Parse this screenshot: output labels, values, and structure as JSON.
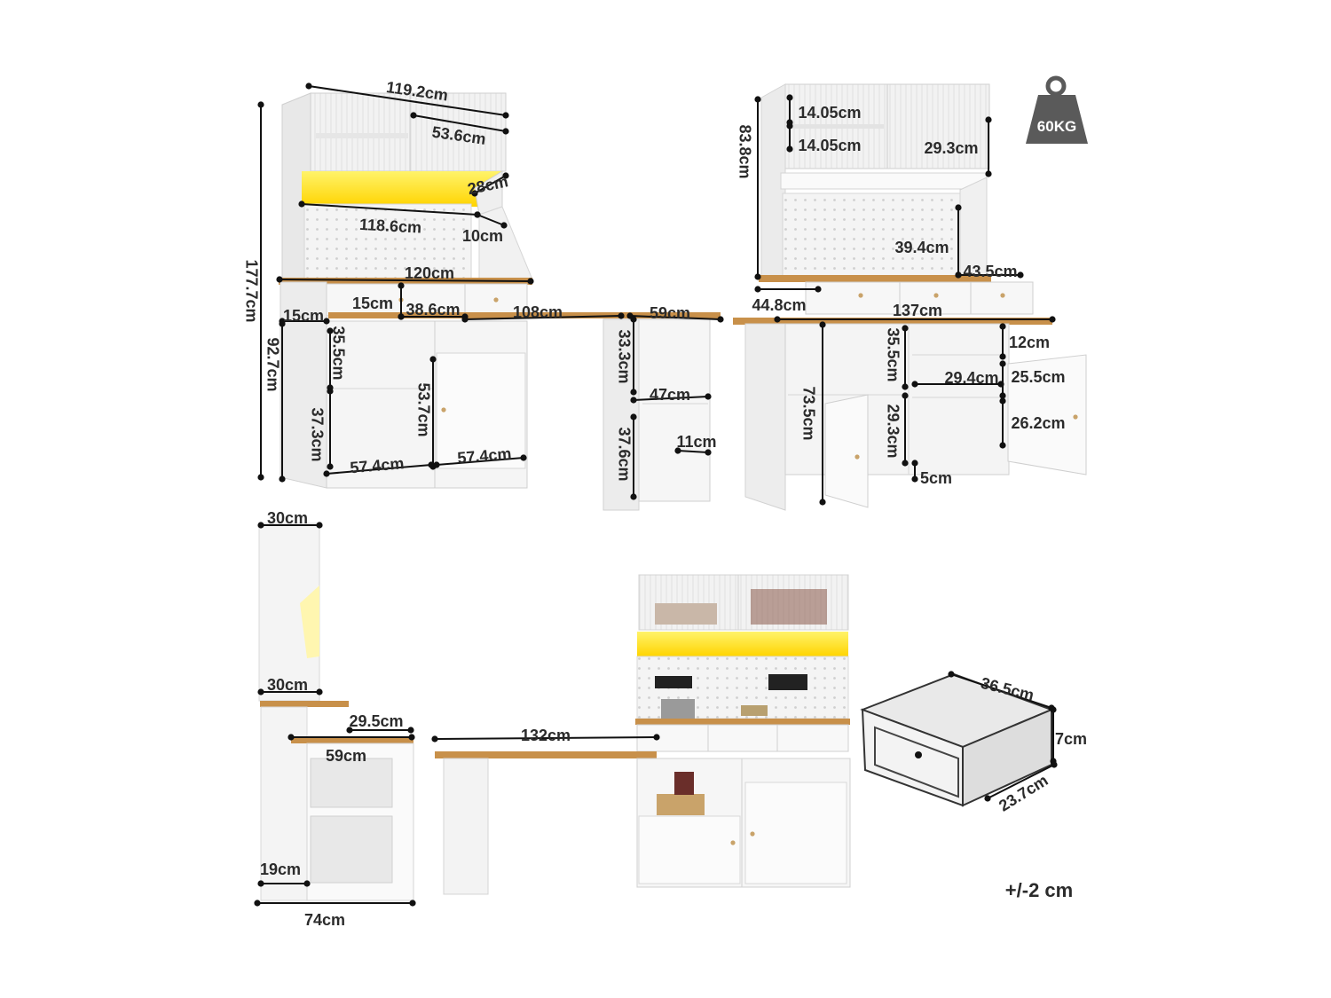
{
  "badge": {
    "label": "60KG",
    "color": "#5a5a5a"
  },
  "tolerance": "+/-2 cm",
  "colors": {
    "wood": "#c8904a",
    "led": "#ffe200",
    "line": "#111111",
    "panel": "#f3f3f3",
    "text": "#2b2b2b"
  },
  "icons": [
    "weight-icon",
    "knob-icon",
    "pegboard-icon",
    "led-strip-icon"
  ],
  "dimensions": {
    "front": {
      "overall_width": "119.2cm",
      "upper_cabinet_width": "53.6cm",
      "upper_depth": "28cm",
      "led_shelf_width": "118.6cm",
      "led_shelf_depth": "10cm",
      "desk_width": "120cm",
      "overall_height": "177.7cm",
      "lower_height": "92.7cm",
      "drawer_front_left": "15cm",
      "drawer_height": "15cm",
      "drawer_width": "38.6cm",
      "desk_extension": "108cm",
      "side_table_width": "59cm",
      "lower_shelf_height": "35.5cm",
      "lower_bay_height": "37.3cm",
      "door_height": "53.7cm",
      "bay_width_left": "57.4cm",
      "bay_width_right": "57.4cm",
      "side_upper_height": "33.3cm",
      "side_shelf_width": "47cm",
      "side_lower_height": "37.6cm",
      "side_depth": "11cm"
    },
    "open": {
      "cabinet_height_1": "14.05cm",
      "cabinet_height_2": "14.05cm",
      "upper_total_height": "83.8cm",
      "cabinet_depth": "29.3cm",
      "pegboard_height": "39.4cm",
      "hutch_depth": "43.5cm",
      "drawer_depth": "44.8cm",
      "desk_length": "137cm",
      "table_height": "73.5cm",
      "shelf_height": "35.5cm",
      "top_shelf": "12cm",
      "inner_width": "29.4cm",
      "right_upper": "25.5cm",
      "lower_height": "29.3cm",
      "right_lower": "26.2cm",
      "base_height": "5cm"
    },
    "side": {
      "top_depth": "30cm",
      "mid_depth": "30cm",
      "shelf_depth": "29.5cm",
      "table_depth": "59cm",
      "base_height": "19cm",
      "total_depth": "74cm"
    },
    "styled": {
      "desk_length": "132cm"
    },
    "drawer": {
      "width": "36.5cm",
      "height": "7cm",
      "depth": "23.7cm"
    }
  }
}
